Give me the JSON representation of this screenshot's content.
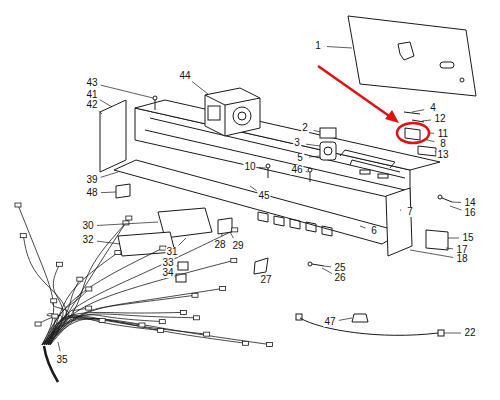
{
  "diagram": {
    "labels": [
      "1",
      "4",
      "12",
      "2",
      "3",
      "5",
      "46",
      "11",
      "8",
      "13",
      "10",
      "44",
      "43",
      "41",
      "42",
      "39",
      "48",
      "45",
      "14",
      "16",
      "7",
      "6",
      "15",
      "17",
      "18",
      "30",
      "32",
      "28",
      "29",
      "31",
      "33",
      "34",
      "27",
      "25",
      "26",
      "47",
      "22",
      "35"
    ]
  }
}
